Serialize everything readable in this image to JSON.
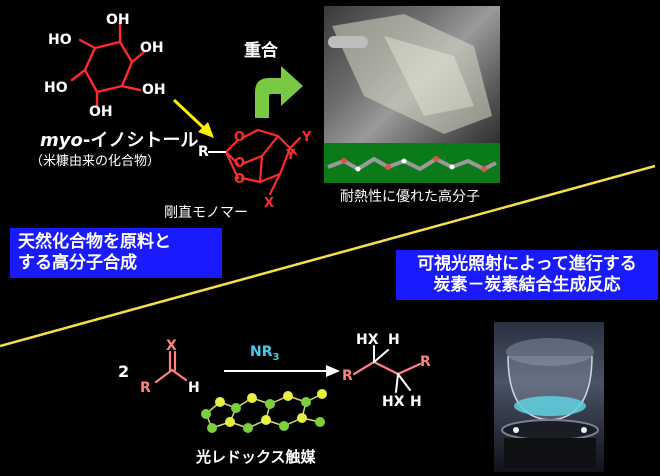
{
  "top": {
    "inositol_name_italic": "myo",
    "inositol_name_rest": "-イノシトール",
    "inositol_source": "（米糠由来の化合物）",
    "polymerization_label": "重合",
    "monomer_label": "剛直モノマー",
    "polymer_label": "耐熱性に優れた高分子",
    "atoms": {
      "oh": "OH",
      "ho": "HO",
      "o": "O",
      "r": "R",
      "x": "X",
      "y": "Y"
    }
  },
  "boxes": {
    "left": [
      "天然化合物を原料と",
      "する高分子合成"
    ],
    "right": [
      "可視光照射によって進行する",
      "炭素－炭素結合生成反応"
    ]
  },
  "bottom": {
    "coefficient": "2",
    "reagent_main": "NR",
    "reagent_sub": "3",
    "catalyst_label": "光レドックス触媒",
    "atoms": {
      "x": "X",
      "h": "H",
      "r": "R",
      "hx": "HX"
    }
  },
  "colors": {
    "background": "#000000",
    "molecule_red": "#ff2a2a",
    "box_blue": "#1a1aff",
    "divider_yellow": "#f4e04a",
    "arrow_yellow": "#ffee00",
    "arrow_green": "#7ac943",
    "reagent_cyan": "#3fd0f0",
    "carbonyl_pink": "#ff8080"
  }
}
